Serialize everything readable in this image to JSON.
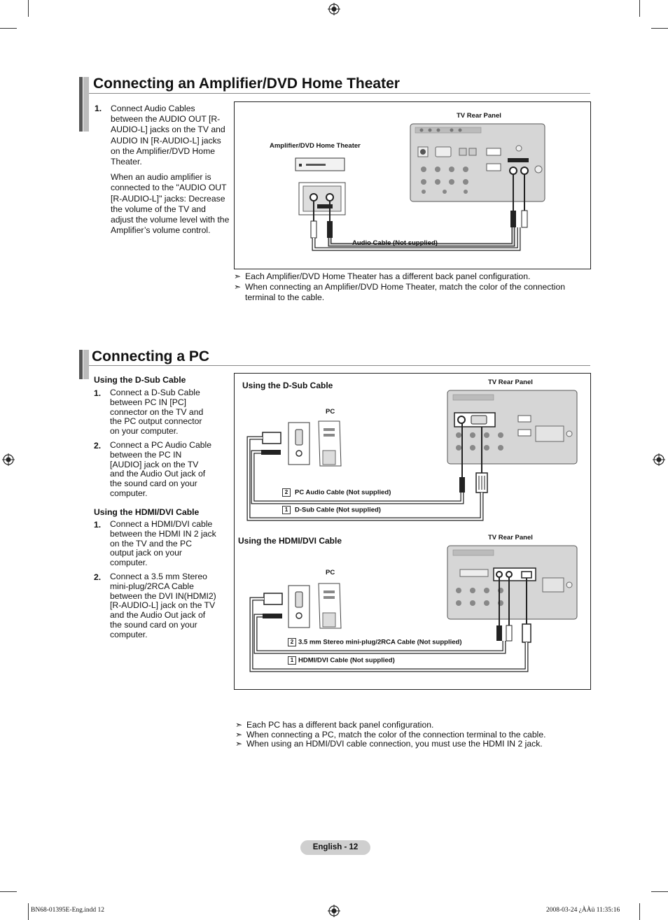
{
  "section1": {
    "title": "Connecting an Amplifier/DVD Home Theater",
    "step1_num": "1.",
    "step1_p1": "Connect Audio Cables between the AUDIO OUT [R-AUDIO-L] jacks on the TV and AUDIO IN [R-AUDIO-L] jacks on the Amplifier/DVD Home Theater.",
    "step1_p2": "When an audio amplifier is connected to the \"AUDIO OUT [R-AUDIO-L]\" jacks: Decrease the volume of the TV and adjust the volume level with the Amplifier’s volume control.",
    "diagram": {
      "tv_label": "TV Rear Panel",
      "device_label": "Amplifier/DVD Home Theater",
      "cable_label": "Audio Cable (Not supplied)"
    },
    "notes": [
      "Each Amplifier/DVD Home Theater has a different back panel configuration.",
      "When connecting an Amplifier/DVD Home Theater, match the color of the connection terminal to the cable."
    ]
  },
  "section2": {
    "title": "Connecting a PC",
    "dsub_heading": "Using the D-Sub Cable",
    "dsub_steps": [
      {
        "num": "1.",
        "text": "Connect a D-Sub Cable between PC IN [PC] connector on the TV and the PC output connector on your computer."
      },
      {
        "num": "2.",
        "text": "Connect a PC Audio Cable between the PC IN [AUDIO] jack on the TV and the Audio Out jack of the sound card on your computer."
      }
    ],
    "hdmi_heading": "Using the HDMI/DVI Cable",
    "hdmi_steps": [
      {
        "num": "1.",
        "text": "Connect a HDMI/DVI cable between the HDMI IN 2 jack on the TV and the PC output jack on your computer."
      },
      {
        "num": "2.",
        "text": "Connect a 3.5 mm Stereo mini-plug/2RCA Cable between the DVI IN(HDMI2) [R-AUDIO-L] jack on the TV and the Audio Out jack of the sound card on your computer."
      }
    ],
    "diagram": {
      "dsub_title": "Using the D-Sub Cable",
      "dsub_tv_label": "TV Rear Panel",
      "dsub_pc_label": "PC",
      "dsub_cable2_num": "2",
      "dsub_cable2": "PC Audio Cable (Not supplied)",
      "dsub_cable1_num": "1",
      "dsub_cable1": "D-Sub Cable (Not supplied)",
      "hdmi_title": "Using the HDMI/DVI Cable",
      "hdmi_tv_label": "TV Rear Panel",
      "hdmi_pc_label": "PC",
      "hdmi_cable2_num": "2",
      "hdmi_cable2": "3.5 mm Stereo mini-plug/2RCA Cable (Not supplied)",
      "hdmi_cable1_num": "1",
      "hdmi_cable1": "HDMI/DVI Cable (Not supplied)"
    },
    "notes": [
      "Each PC has a different back panel configuration.",
      "When connecting a PC, match the color of the connection terminal to the cable.",
      "When using an HDMI/DVI cable connection, you must use the HDMI IN 2 jack."
    ]
  },
  "note_arrow": "➣",
  "page_badge": "English - 12",
  "footer": {
    "left": "BN68-01395E-Eng.indd   12",
    "right": "2008-03-24   ¿ÀÀü 11:35:16"
  }
}
